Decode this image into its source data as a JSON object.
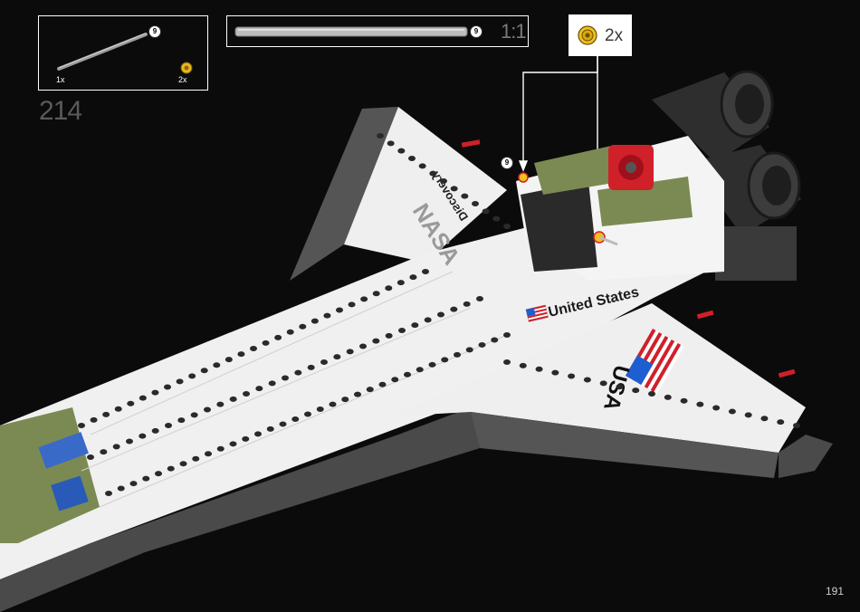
{
  "step": {
    "number": "214"
  },
  "page": {
    "number": "191"
  },
  "parts_list": [
    {
      "icon": "grey-axle-icon",
      "length_badge": "9",
      "qty": "1x"
    },
    {
      "icon": "yellow-connector-icon",
      "qty": "2x"
    }
  ],
  "axle_scale": {
    "length_badge": "9",
    "ratio": "1:1"
  },
  "callout": {
    "icon": "yellow-connector-icon",
    "qty": "2x"
  },
  "model": {
    "name": "discovery",
    "labels": {
      "nasa_top": "NASA",
      "name_wing": "Discovery",
      "country": "United States",
      "usa": "USA"
    },
    "assembly_badge": "9",
    "colors": {
      "white": "#f2f2f2",
      "dark_grey": "#4a4a4a",
      "olive": "#7b8a52",
      "red": "#d0202a",
      "yellow": "#f0c020",
      "blue": "#1d5fd0"
    }
  }
}
